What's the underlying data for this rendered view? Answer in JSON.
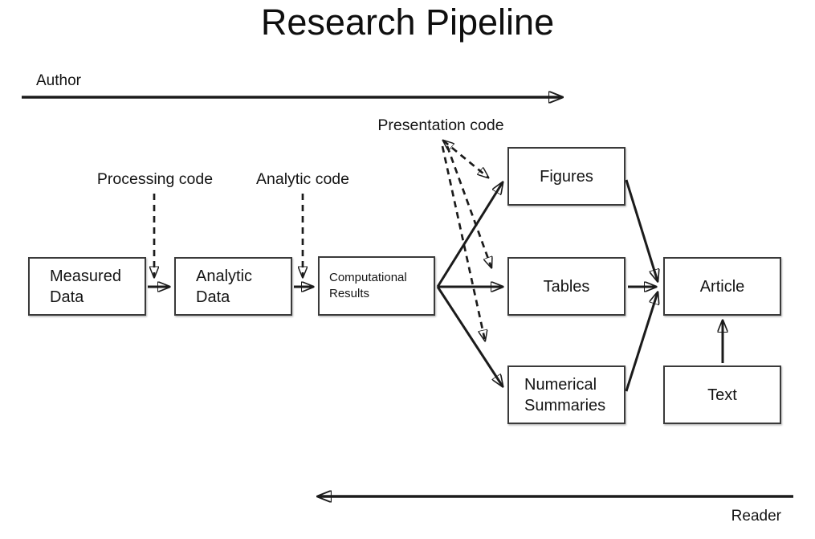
{
  "slide": {
    "title": "Research Pipeline",
    "background": "#ffffff"
  },
  "flow_labels": {
    "author": "Author",
    "reader": "Reader"
  },
  "code_labels": {
    "processing": "Processing code",
    "analytic": "Analytic code",
    "presentation": "Presentation code"
  },
  "nodes": {
    "measured_data": "Measured\nData",
    "analytic_data": "Analytic\nData",
    "computational_results": "Computational\nResults",
    "figures": "Figures",
    "tables": "Tables",
    "numerical_summaries": "Numerical\nSummaries",
    "article": "Article",
    "text": "Text"
  },
  "edges": [
    {
      "from": "measured_data",
      "to": "analytic_data",
      "style": "solid"
    },
    {
      "from": "analytic_data",
      "to": "computational_results",
      "style": "solid"
    },
    {
      "from": "computational_results",
      "to": "figures",
      "style": "solid"
    },
    {
      "from": "computational_results",
      "to": "tables",
      "style": "solid"
    },
    {
      "from": "computational_results",
      "to": "numerical_summaries",
      "style": "solid"
    },
    {
      "from": "figures",
      "to": "article",
      "style": "solid"
    },
    {
      "from": "tables",
      "to": "article",
      "style": "solid"
    },
    {
      "from": "numerical_summaries",
      "to": "article",
      "style": "solid"
    },
    {
      "from": "text",
      "to": "article",
      "style": "solid"
    },
    {
      "from": "processing_code",
      "to": "measured_data->analytic_data",
      "style": "dashed"
    },
    {
      "from": "analytic_code",
      "to": "analytic_data->computational_results",
      "style": "dashed"
    },
    {
      "from": "presentation_code",
      "to": "computational_results->figures",
      "style": "dashed"
    },
    {
      "from": "presentation_code",
      "to": "computational_results->tables",
      "style": "dashed"
    },
    {
      "from": "presentation_code",
      "to": "computational_results->numerical_summaries",
      "style": "dashed"
    },
    {
      "from": "author_flow",
      "direction": "left_to_right",
      "style": "solid"
    },
    {
      "from": "reader_flow",
      "direction": "right_to_left",
      "style": "solid"
    }
  ],
  "colors": {
    "ink": "#1b1b1b",
    "box_border": "#3a3a3a",
    "background": "#ffffff"
  }
}
